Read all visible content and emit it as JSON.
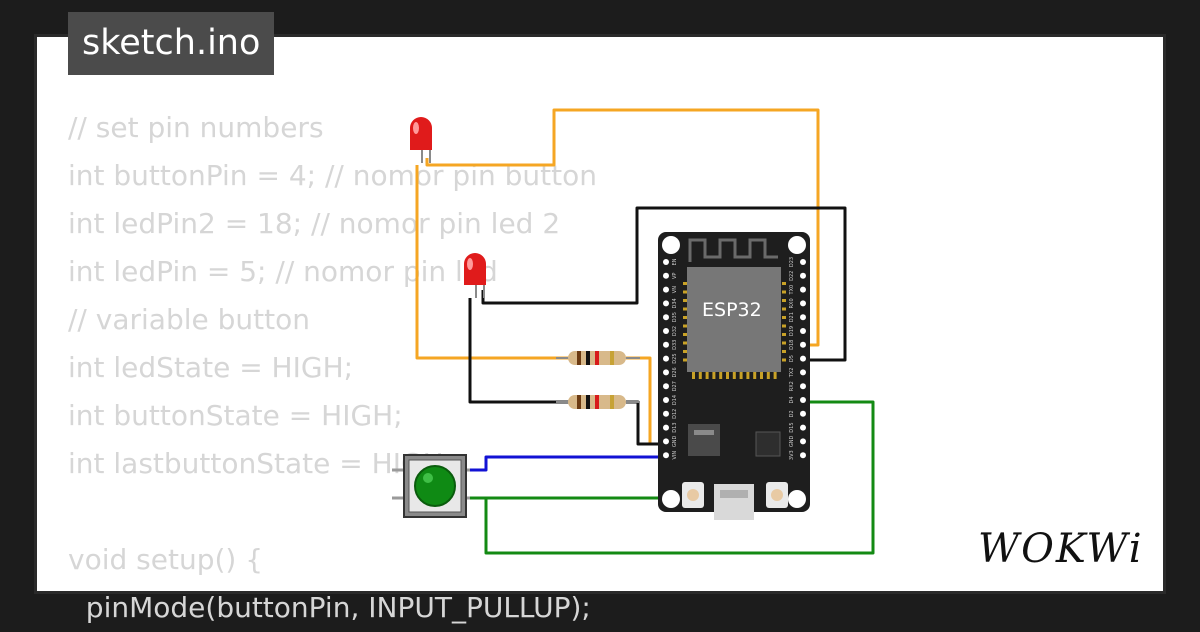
{
  "tab": {
    "filename": "sketch.ino"
  },
  "code_lines": [
    "// set pin numbers",
    "int buttonPin = 4; // nomor pin button",
    "int ledPin2 = 18; // nomor pin led 2",
    "int ledPin = 5; // nomor pin led",
    "// variable button",
    "int ledState = HIGH;",
    "int buttonState = HIGH;",
    "int lastbuttonState = HIGH;",
    "",
    "void setup() {",
    "  pinMode(buttonPin, INPUT_PULLUP);"
  ],
  "board": {
    "label": "ESP32",
    "left_pins": [
      "EN",
      "VP",
      "VN",
      "D34",
      "D35",
      "D32",
      "D33",
      "D25",
      "D26",
      "D27",
      "D14",
      "D12",
      "D13",
      "GND",
      "VIN"
    ],
    "right_pins": [
      "D23",
      "D22",
      "TX0",
      "RX0",
      "D21",
      "D19",
      "D18",
      "D5",
      "TX2",
      "RX2",
      "D4",
      "D2",
      "D15",
      "GND",
      "3V3"
    ]
  },
  "logo": {
    "text": "WOKWi"
  },
  "colors": {
    "wire_yellow": "#f5a623",
    "wire_black": "#111111",
    "wire_green": "#138a13",
    "wire_blue": "#1212d4",
    "led_red": "#e01b1b",
    "button_green": "#0f8a14"
  }
}
